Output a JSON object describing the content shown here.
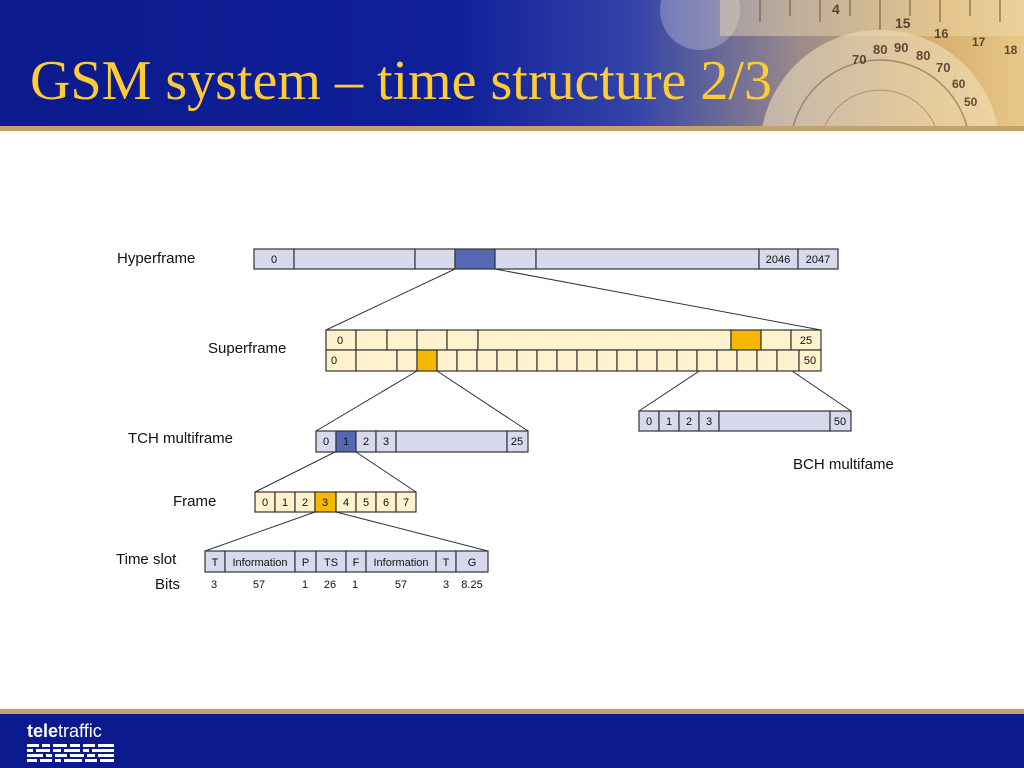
{
  "slide": {
    "title": "GSM system – time structure 2/3"
  },
  "header": {
    "dial_numbers": [
      "4",
      "15",
      "16",
      "17",
      "18",
      "70",
      "80",
      "90",
      "80",
      "70",
      "60",
      "50"
    ]
  },
  "labels": {
    "hyperframe": "Hyperframe",
    "superframe": "Superframe",
    "tch_multiframe": "TCH multiframe",
    "bch_multiframe": "BCH multifame",
    "frame": "Frame",
    "time_slot": "Time slot",
    "bits": "Bits"
  },
  "hyperframe": {
    "first": "0",
    "last_two": [
      "2046",
      "2047"
    ]
  },
  "superframe": {
    "row1_first": "0",
    "row1_last": "25",
    "row2_first": "0",
    "row2_last": "50"
  },
  "tch_multiframe": {
    "cells": [
      "0",
      "1",
      "2",
      "3"
    ],
    "last": "25"
  },
  "bch_multiframe": {
    "cells": [
      "0",
      "1",
      "2",
      "3"
    ],
    "last": "50"
  },
  "frame": {
    "cells": [
      "0",
      "1",
      "2",
      "3",
      "4",
      "5",
      "6",
      "7"
    ]
  },
  "time_slot": {
    "fields": [
      "T",
      "Information",
      "P",
      "TS",
      "F",
      "Information",
      "T",
      "G"
    ],
    "bits": [
      "3",
      "57",
      "1",
      "26",
      "1",
      "57",
      "3",
      "8.25"
    ]
  },
  "colors": {
    "title": "#ffcc33",
    "header_bg": "#0b1a8c",
    "rule": "#c8a070",
    "blue_cell": "#d6daec",
    "blue_highlight": "#5468b4",
    "yellow_cell": "#fff2cc",
    "yellow_highlight": "#f5b800"
  },
  "footer": {
    "logo_bold": "tele",
    "logo_rest": "traffic"
  }
}
